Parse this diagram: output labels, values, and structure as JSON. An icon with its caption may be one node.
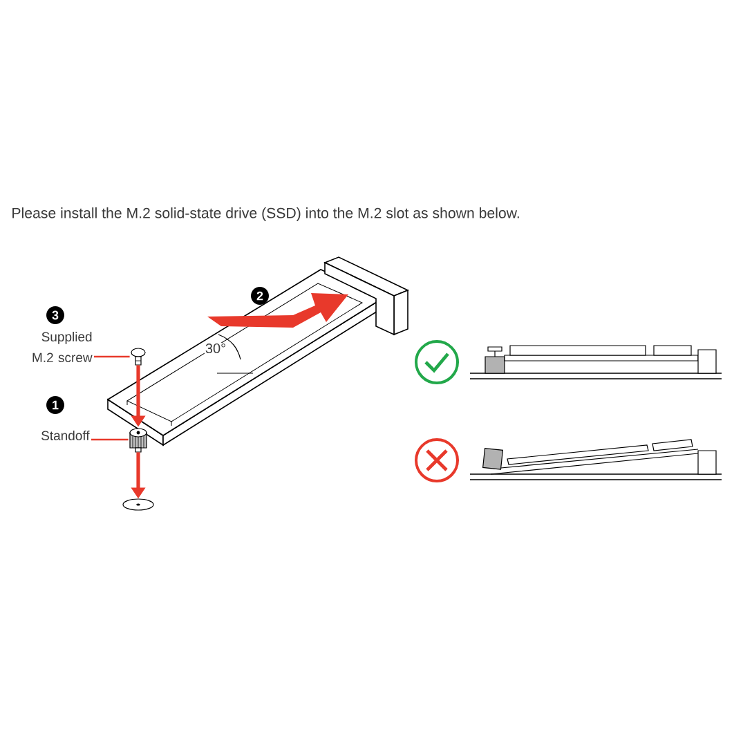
{
  "diagram": {
    "title": "Please install the M.2 solid-state drive (SSD) into the M.2 slot as shown below.",
    "nodes": [
      {
        "text": [
          "Supplied M.2 screw"
        ]
      },
      {
        "text": [],
        "shape": "screw"
      },
      {
        "text": [
          "Standoff"
        ]
      },
      {
        "text": [],
        "shape": "standoff"
      },
      {
        "text": [],
        "shape": "circle"
      }
    ],
    "edges": [
      {
        "from": 0,
        "to": 1,
        "arrow": "none"
      },
      {
        "from": 2,
        "to": 3,
        "arrow": "none"
      },
      {
        "from": 1,
        "to": 3,
        "arrow": "to"
      },
      {
        "from": 3,
        "to": 4,
        "arrow": "to"
      }
    ],
    "labels": [
      "2",
      "3",
      "30°",
      "1"
    ]
  }
}
